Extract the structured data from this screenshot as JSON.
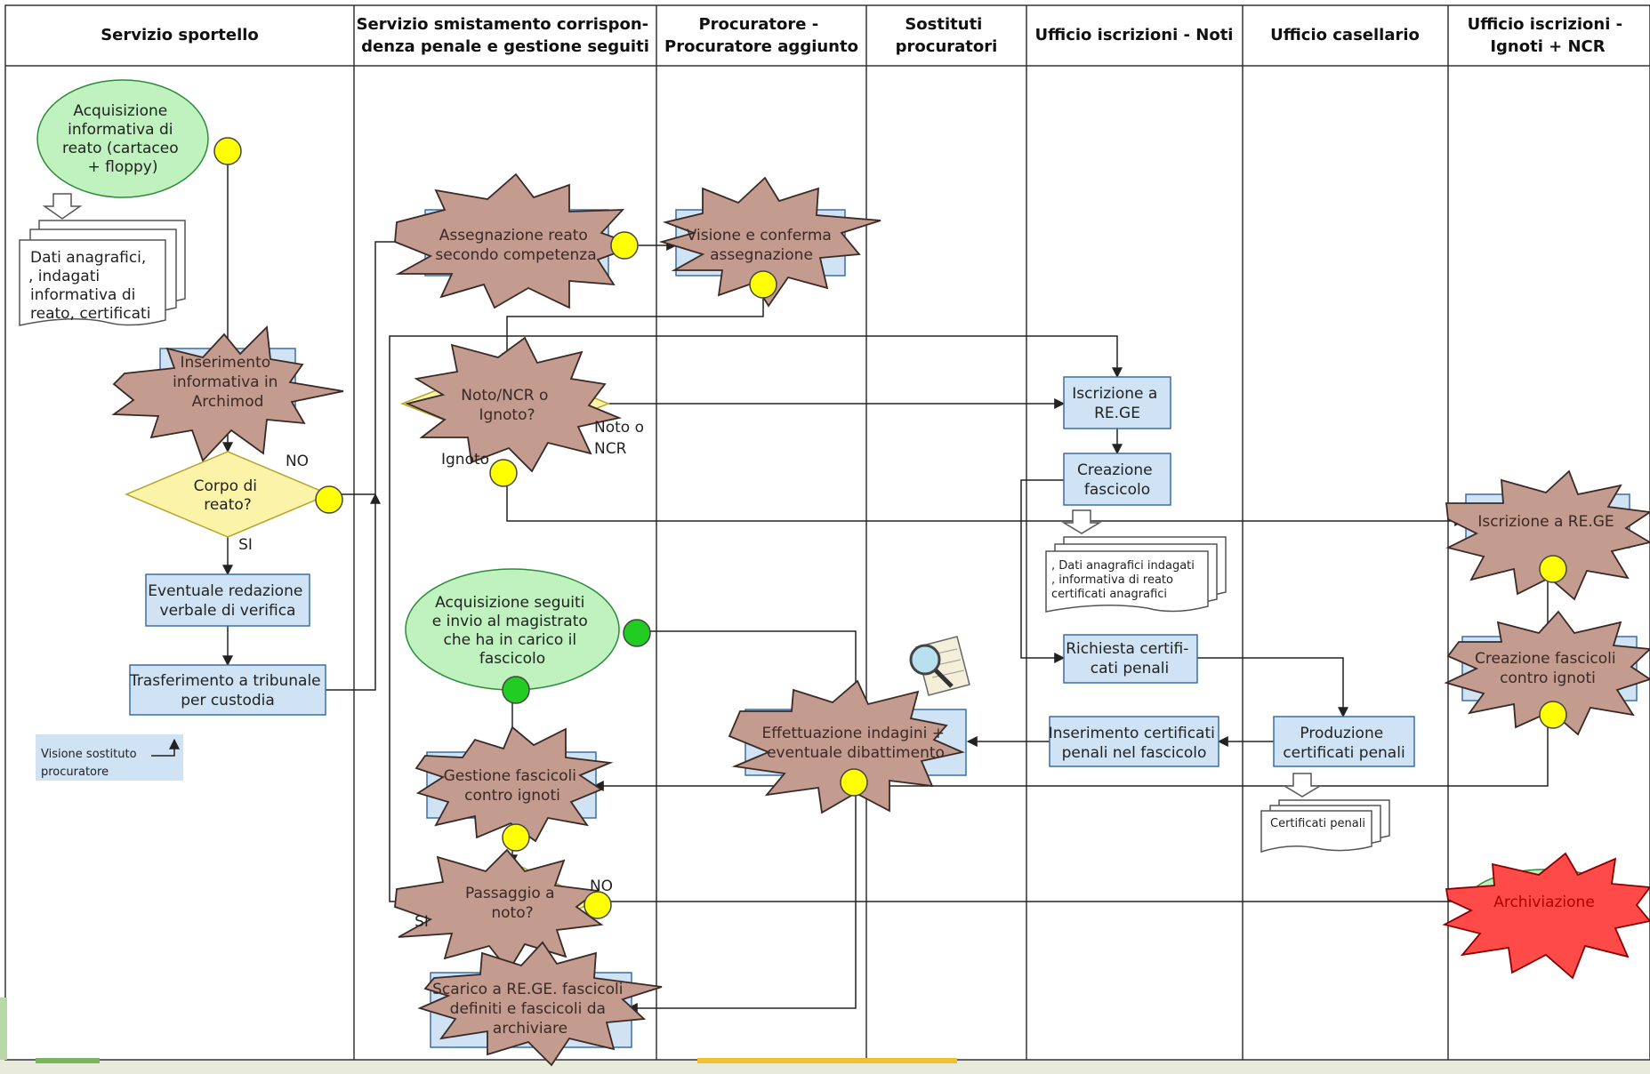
{
  "lanes": [
    [
      "Servizio sportello"
    ],
    [
      "Servizio smistamento corrispon-",
      "denza penale e gestione seguiti"
    ],
    [
      "Procuratore -",
      "Procuratore aggiunto"
    ],
    [
      "Sostituti",
      "procuratori"
    ],
    [
      "Ufficio iscrizioni - Noti"
    ],
    [
      "Ufficio casellario"
    ],
    [
      "Ufficio iscrizioni -",
      "Ignoti + NCR"
    ]
  ],
  "nodes": {
    "acquisizione_informativa": [
      "Acquisizione",
      "informativa di",
      "reato (cartaceo",
      "+ floppy)"
    ],
    "dati_anagrafici_doc": [
      "Dati anagrafici,",
      ", indagati",
      "informativa di",
      "reato, certificati"
    ],
    "inserimento_archimod": [
      "Inserimento",
      "informativa in",
      "Archimod"
    ],
    "corpo_di_reato": [
      "Corpo di",
      "reato?"
    ],
    "redazione_verbale": [
      "Eventuale redazione",
      "verbale di verifica"
    ],
    "trasferimento_tribunale": [
      "Trasferimento a tribunale",
      "per custodia"
    ],
    "legend_visione": [
      "Visione sostituto",
      "procuratore"
    ],
    "assegnazione_reato": [
      "Assegnazione reato",
      "secondo competenza"
    ],
    "visione_conferma": [
      "Visione e conferma",
      "assegnazione"
    ],
    "noto_ncr_ignoto": [
      "Noto/NCR o",
      "Ignoto?"
    ],
    "acquisizione_seguiti": [
      "Acquisizione seguiti",
      "e invio al magistrato",
      "che ha in carico il",
      "fascicolo"
    ],
    "gestione_fascicoli_ignoti": [
      "Gestione fascicoli",
      "contro ignoti"
    ],
    "passaggio_noto": [
      "Passaggio a",
      "noto?"
    ],
    "scarico_rege": [
      "Scarico a RE.GE. fascicoli",
      "definiti e fascicoli da",
      "archiviare"
    ],
    "effettuazione_indagini": [
      "Effettuazione indagini +",
      "eventuale dibattimento"
    ],
    "iscrizione_rege_noti": [
      "Iscrizione a",
      "RE.GE"
    ],
    "creazione_fascicolo": [
      "Creazione",
      "fascicolo"
    ],
    "dati_indagati_doc": [
      ", Dati anagrafici indagati",
      ", informativa di reato",
      "certificati anagrafici"
    ],
    "richiesta_certificati": [
      "Richiesta certifi-",
      "cati penali"
    ],
    "inserimento_certificati": [
      "Inserimento certificati",
      "penali nel fascicolo"
    ],
    "produzione_certificati": [
      "Produzione",
      "certificati penali"
    ],
    "certificati_penali_doc": [
      "Certificati penali"
    ],
    "iscrizione_rege_ignoti": [
      "Iscrizione a RE.GE"
    ],
    "creazione_fascicoli_ignoti": [
      "Creazione fascicoli",
      "contro ignoti"
    ],
    "archiviazione": [
      "Archiviazione"
    ]
  },
  "edge_labels": {
    "no_1": "NO",
    "si_1": "SI",
    "noto_ncr": [
      "Noto  o",
      "NCR"
    ],
    "ignoto": "Ignoto",
    "no_2": "NO",
    "si_2": "SI"
  },
  "colors": {
    "process_fill": "#cfe3f5",
    "start_fill": "#bff2be",
    "decision_fill": "#fbf3a8",
    "burst_fill": "#c39b8f",
    "burst_red": "#ff4a4a",
    "dot_yellow": "#ffff00",
    "dot_green": "#22cc22"
  },
  "icons": [
    "document-magnifier-icon",
    "legend-arrow-icon"
  ]
}
